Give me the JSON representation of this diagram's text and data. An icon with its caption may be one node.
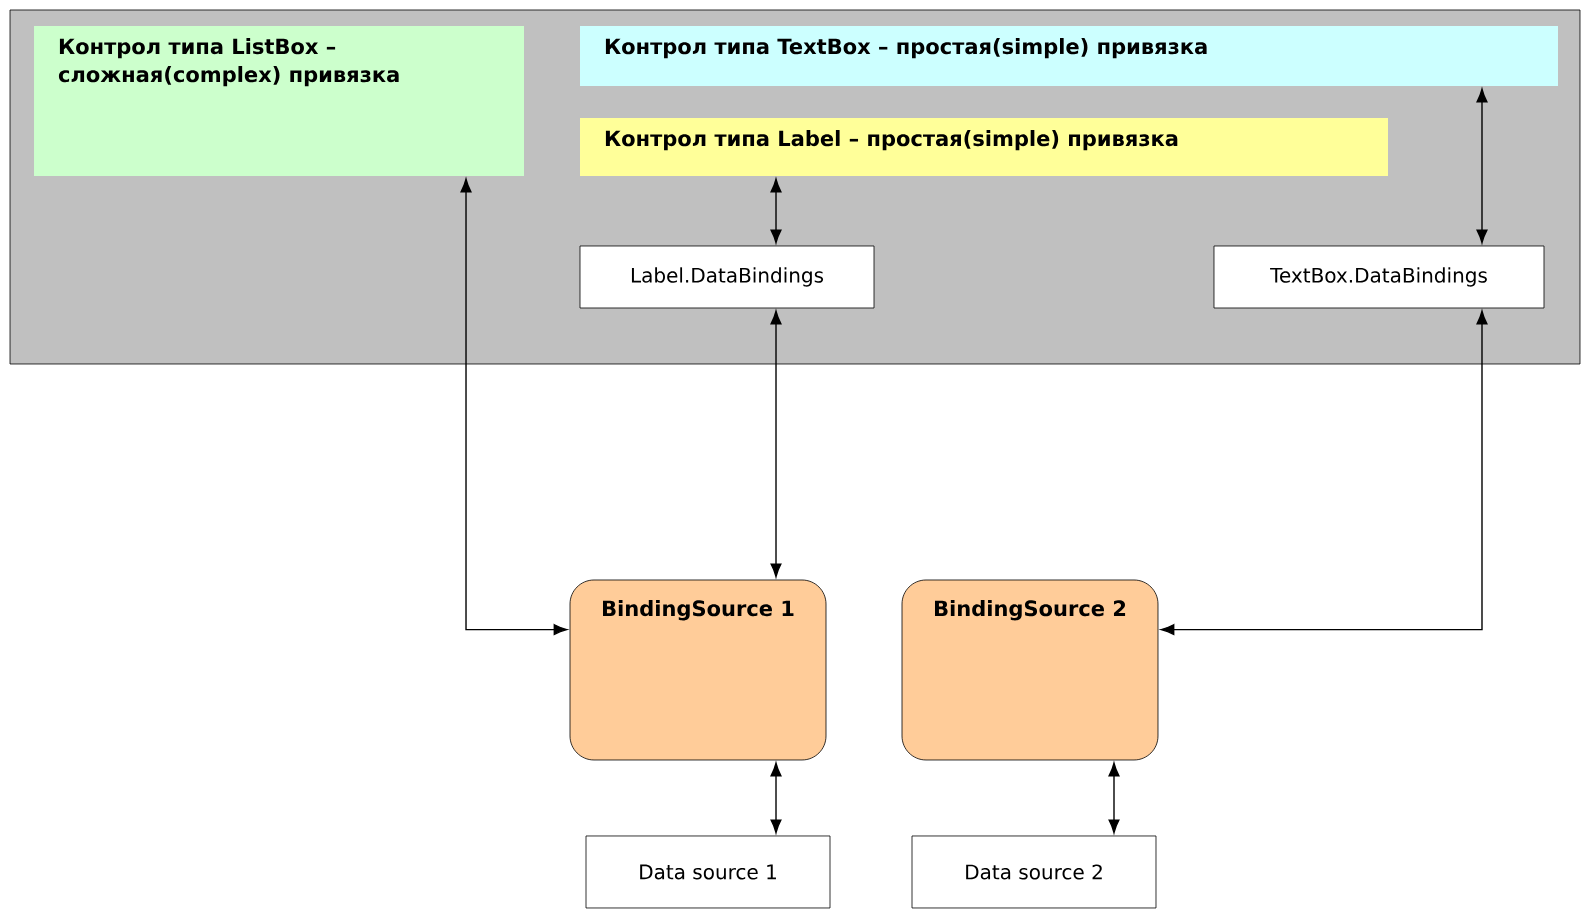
{
  "diagram": {
    "nodes": [
      {
        "text": [],
        "shape": "box"
      },
      {
        "text": [
          "Контрол типа ListBox – сложная(complex) привязка"
        ],
        "in": 0
      },
      {
        "text": [
          "Контрол типа TextBox – простая(simple) привязка"
        ],
        "in": 0
      },
      {
        "text": [
          "Контрол типа Label – простая(simple) привязка"
        ],
        "in": 0
      },
      {
        "text": [
          "Label.DataBindings"
        ],
        "in": 0
      },
      {
        "text": [
          "TextBox.DataBindings"
        ],
        "in": 0
      },
      {
        "text": [
          "BindingSource 1"
        ]
      },
      {
        "text": [
          "BindingSource 2"
        ]
      },
      {
        "text": [
          "Data source 1"
        ]
      },
      {
        "text": [
          "Data source 2"
        ]
      }
    ],
    "edges": [
      {
        "from": 1,
        "to": 6,
        "arrow": "both"
      },
      {
        "from": 3,
        "to": 4,
        "arrow": "both"
      },
      {
        "from": 4,
        "to": 6,
        "arrow": "both"
      },
      {
        "from": 2,
        "to": 5,
        "arrow": "both"
      },
      {
        "from": 5,
        "to": 7,
        "arrow": "both"
      },
      {
        "from": 6,
        "to": 8,
        "arrow": "both"
      },
      {
        "from": 7,
        "to": 9,
        "arrow": "both"
      }
    ]
  }
}
